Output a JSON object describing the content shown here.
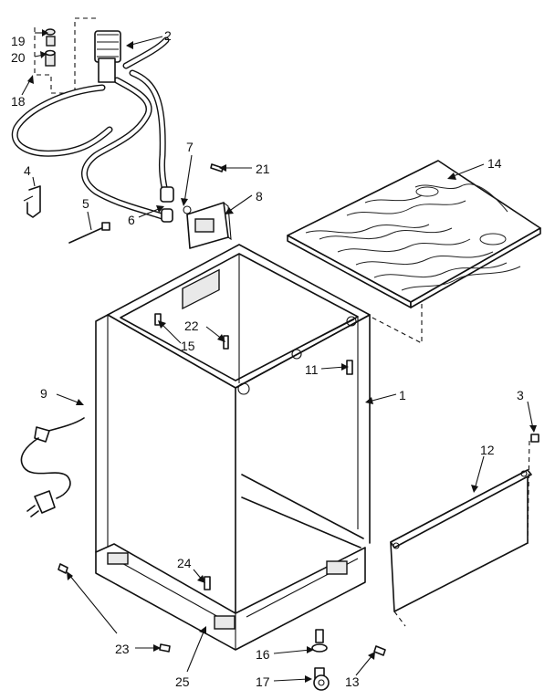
{
  "callouts": [
    {
      "id": "c1",
      "label": "1"
    },
    {
      "id": "c2",
      "label": "2"
    },
    {
      "id": "c3",
      "label": "3"
    },
    {
      "id": "c4",
      "label": "4"
    },
    {
      "id": "c5",
      "label": "5"
    },
    {
      "id": "c6",
      "label": "6"
    },
    {
      "id": "c7",
      "label": "7"
    },
    {
      "id": "c8",
      "label": "8"
    },
    {
      "id": "c9",
      "label": "9"
    },
    {
      "id": "c11",
      "label": "11"
    },
    {
      "id": "c12",
      "label": "12"
    },
    {
      "id": "c13",
      "label": "13"
    },
    {
      "id": "c14",
      "label": "14"
    },
    {
      "id": "c15",
      "label": "15"
    },
    {
      "id": "c16",
      "label": "16"
    },
    {
      "id": "c17",
      "label": "17"
    },
    {
      "id": "c18",
      "label": "18"
    },
    {
      "id": "c19",
      "label": "19"
    },
    {
      "id": "c20",
      "label": "20"
    },
    {
      "id": "c21",
      "label": "21"
    },
    {
      "id": "c22",
      "label": "22"
    },
    {
      "id": "c23",
      "label": "23"
    },
    {
      "id": "c24",
      "label": "24"
    },
    {
      "id": "c25",
      "label": "25"
    }
  ]
}
